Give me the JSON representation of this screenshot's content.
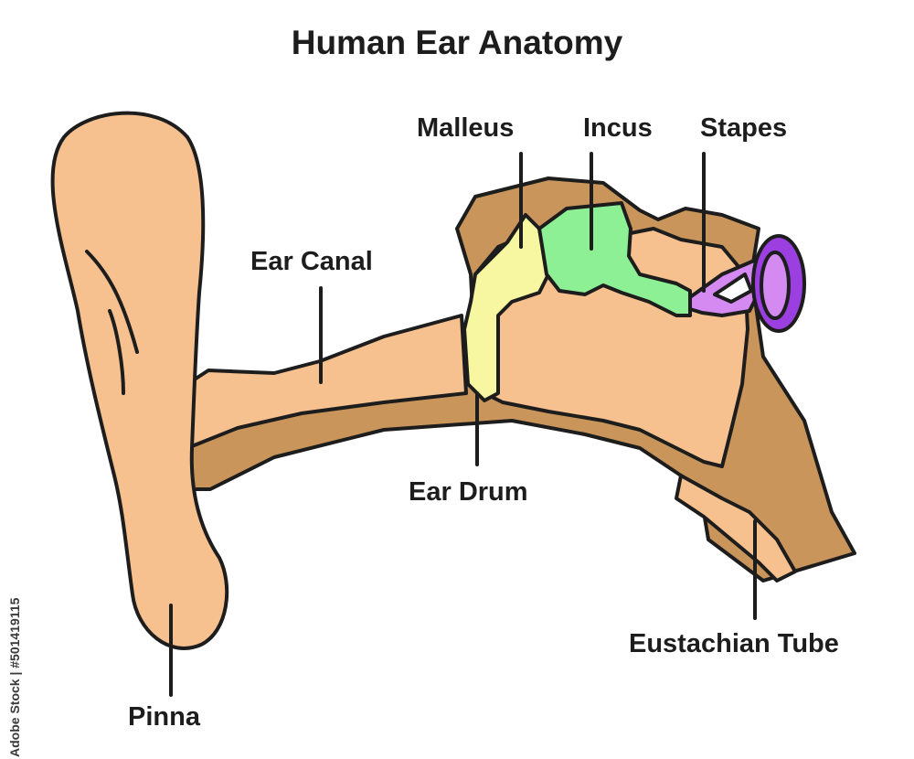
{
  "title": "Human Ear Anatomy",
  "labels": {
    "malleus": "Malleus",
    "incus": "Incus",
    "stapes": "Stapes",
    "ear_canal": "Ear Canal",
    "ear_drum": "Ear Drum",
    "eustachian_tube": "Eustachian Tube",
    "pinna": "Pinna"
  },
  "watermark_text": "Adobe Stock | #501419115",
  "colors": {
    "skin": "#F7C18F",
    "tissue": "#C9955A",
    "outline": "#1d1d1d",
    "malleus": "#F6F7A0",
    "incus": "#8DF094",
    "stapes": "#D58AF2",
    "cochlea_ring": "#9B3FE0"
  }
}
